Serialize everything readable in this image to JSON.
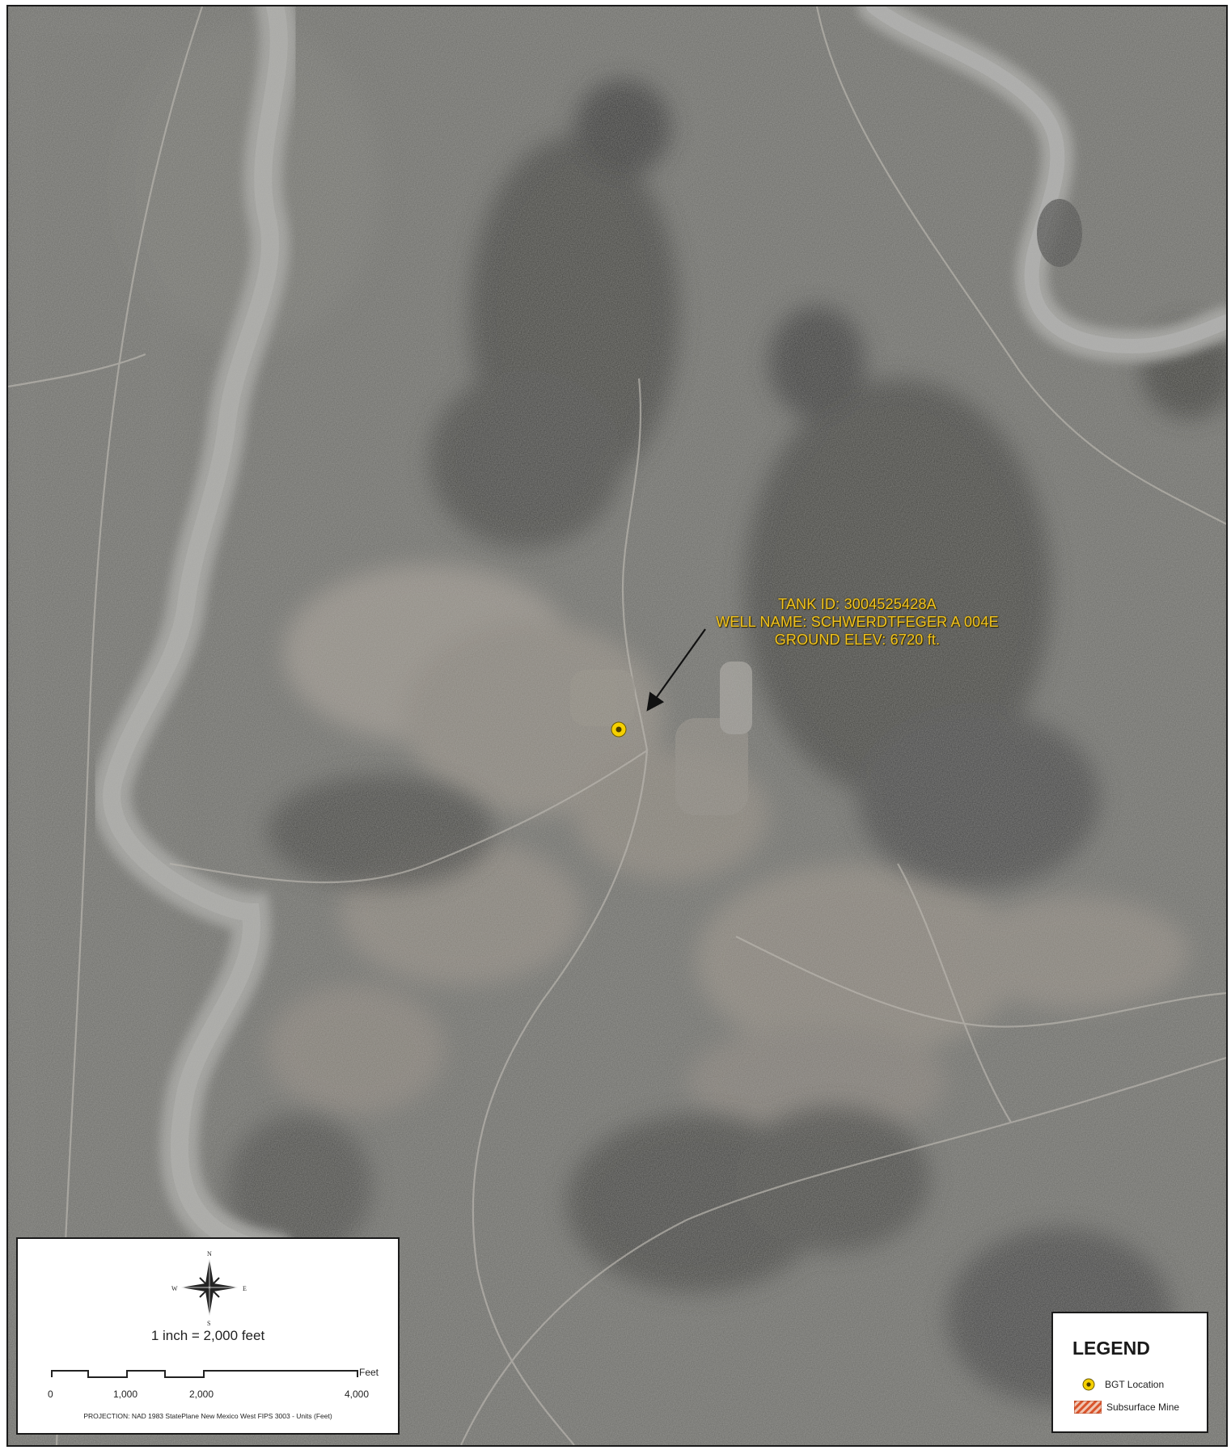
{
  "map": {
    "well": {
      "tank_id": "TANK ID: 3004525428A",
      "well_name": "WELL NAME: SCHWERDTFEGER A 004E",
      "ground_elev": "GROUND ELEV: 6720 ft."
    },
    "scale": {
      "ratio_text": "1 inch = 2,000 feet",
      "ticks": [
        "0",
        "1,000",
        "2,000",
        "4,000"
      ],
      "unit": "Feet",
      "compass": {
        "n": "N",
        "s": "S",
        "e": "E",
        "w": "W"
      },
      "projection": "PROJECTION: NAD 1983 StatePlane New Mexico West FIPS 3003 - Units (Feet)"
    },
    "legend": {
      "title": "LEGEND",
      "items": [
        {
          "label": "BGT Location",
          "icon": "bgt-location-icon",
          "color": "#f5d000"
        },
        {
          "label": "Subsurface Mine",
          "icon": "subsurface-mine-swatch",
          "color": "#d9542c"
        }
      ]
    },
    "colors": {
      "label_text": "#f2c31d",
      "marker_fill": "#f5d000",
      "river": "#9e9e9b"
    }
  }
}
